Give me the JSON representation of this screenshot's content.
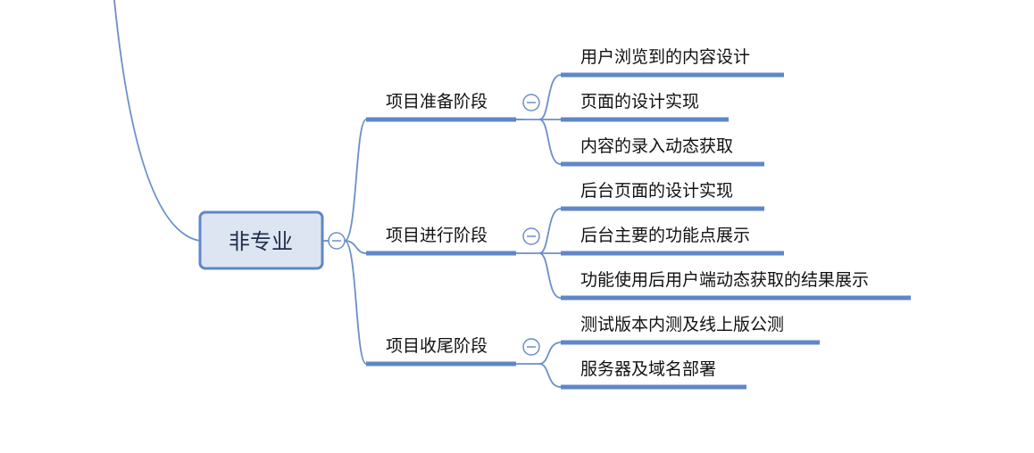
{
  "root": {
    "label": "非专业"
  },
  "branches": [
    {
      "label": "项目准备阶段",
      "children": [
        "用户浏览到的内容设计",
        "页面的设计实现",
        "内容的录入动态获取"
      ]
    },
    {
      "label": "项目进行阶段",
      "children": [
        "后台页面的设计实现",
        "后台主要的功能点展示",
        "功能使用后用户端动态获取的结果展示"
      ]
    },
    {
      "label": "项目收尾阶段",
      "children": [
        "测试版本内测及线上版公测",
        "服务器及域名部署"
      ]
    }
  ],
  "colors": {
    "line": "#6b8fc9",
    "underline": "#5f87c8",
    "root_fill": "#dde5f2",
    "root_border": "#5f87c8"
  },
  "icons": {
    "collapse": "collapse-minus-icon"
  }
}
